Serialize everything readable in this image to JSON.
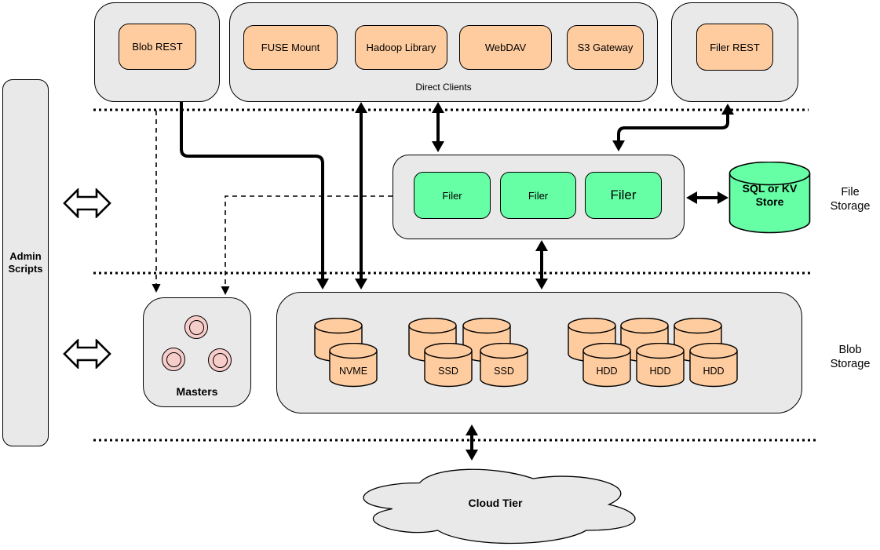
{
  "colors": {
    "container_fill": "#e9e9e9",
    "client_node_fill": "#ffcc9f",
    "filer_node_fill": "#66ffa6",
    "master_node_fill": "#f7cdca",
    "line_color": "#000000"
  },
  "admin_panel": {
    "label": "Admin Scripts"
  },
  "top_row": {
    "blob_rest": {
      "label": "Blob REST"
    },
    "direct_clients": {
      "caption": "Direct Clients",
      "clients": [
        {
          "label": "FUSE Mount"
        },
        {
          "label": "Hadoop Library"
        },
        {
          "label": "WebDAV"
        },
        {
          "label": "S3 Gateway"
        }
      ]
    },
    "filer_rest": {
      "label": "Filer REST"
    }
  },
  "file_storage_tier": {
    "tier_label": "File Storage",
    "filers": [
      {
        "label": "Filer"
      },
      {
        "label": "Filer"
      },
      {
        "label": "Filer"
      }
    ],
    "metadata_store": {
      "label": "SQL or KV Store"
    }
  },
  "blob_storage_tier": {
    "tier_label": "Blob Storage",
    "masters": {
      "label": "Masters"
    },
    "volume_groups": [
      {
        "type": "nvme",
        "labels": [
          "NVME"
        ]
      },
      {
        "type": "ssd",
        "labels": [
          "SSD",
          "SSD"
        ]
      },
      {
        "type": "hdd",
        "labels": [
          "HDD",
          "HDD",
          "HDD"
        ]
      }
    ]
  },
  "cloud_tier": {
    "label": "Cloud Tier"
  }
}
